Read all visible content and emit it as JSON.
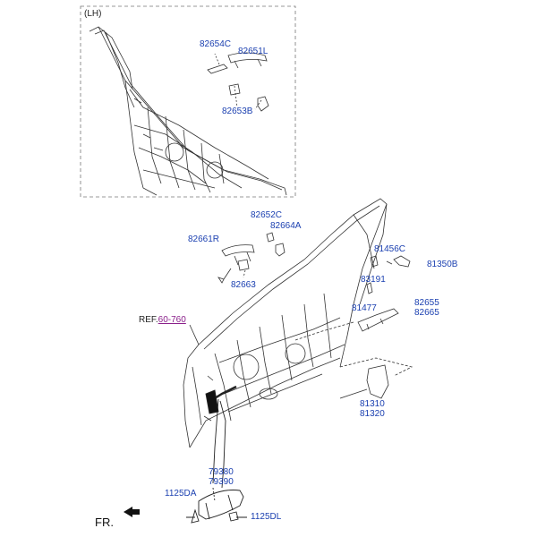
{
  "inset": {
    "label": "(LH)"
  },
  "labels": {
    "p82654C": "82654C",
    "p82651L": "82651L",
    "p82653B": "82653B",
    "p82652C": "82652C",
    "p82664A": "82664A",
    "p82661R": "82661R",
    "p82663": "82663",
    "p81456C": "81456C",
    "p81350B": "81350B",
    "p83191": "83191",
    "p81477": "81477",
    "p82655": "82655",
    "p82665": "82665",
    "p81310": "81310",
    "p81320": "81320",
    "p79380": "79380",
    "p79390": "79390",
    "p1125DA": "1125DA",
    "p1125DL": "1125DL"
  },
  "ref": {
    "prefix": "REF.",
    "link": "60-760"
  },
  "front": {
    "label": "FR."
  },
  "colors": {
    "part_label": "#1a3fb0",
    "ref_link": "#8a1f8a",
    "line": "#333333"
  }
}
